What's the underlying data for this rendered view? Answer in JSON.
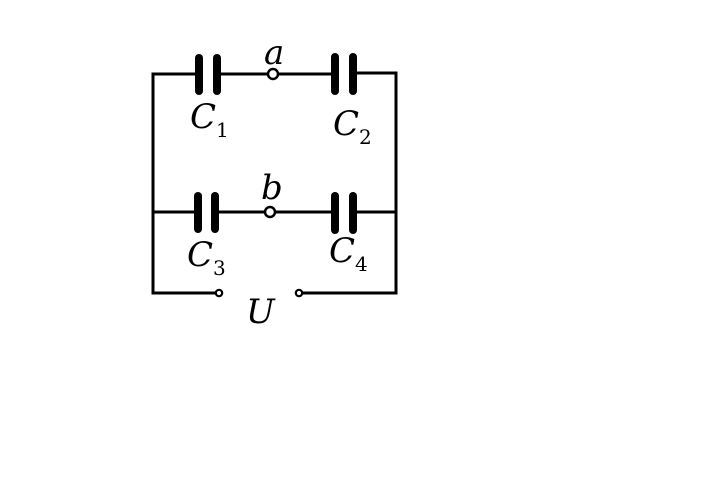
{
  "diagram": {
    "capacitors": [
      {
        "letter": "C",
        "subscript": "1"
      },
      {
        "letter": "C",
        "subscript": "2"
      },
      {
        "letter": "C",
        "subscript": "3"
      },
      {
        "letter": "C",
        "subscript": "4"
      }
    ],
    "nodes": [
      {
        "label": "a"
      },
      {
        "label": "b"
      }
    ],
    "source_label": "U"
  }
}
